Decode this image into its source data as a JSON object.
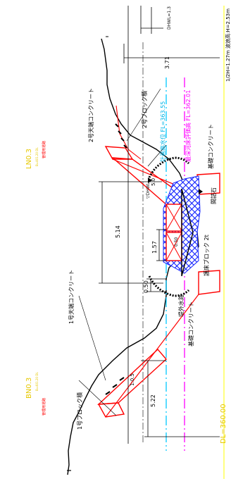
{
  "title_vertical": "1/2H=1.27m  波浪高:H=2.53m",
  "section_labels": {
    "left_station": "BN0.3",
    "left_station_sub": "B=401.20\nDL",
    "right_station": "LN0.3",
    "right_station_sub": "B=401.20\nDL",
    "left_crest_note": "管理用道路",
    "right_crest_note": "管理用道路"
  },
  "water_levels": {
    "design_flood": "計画高水位 FL=363.55",
    "lowest_bed": "最深河床評価高 FL=362.01",
    "datum": "DL=360.00",
    "dhwl": "DHWL=1.3",
    "dhwl_sym": "▽DHWL"
  },
  "left_bank": {
    "top_concrete": "1号天端コンクリート",
    "block": "1号ブロック積",
    "base_concrete": "基礎コンクリート",
    "drain": "堤外水路",
    "slope": "1:0.5"
  },
  "right_bank": {
    "top_concrete": "2号天端コンクリート",
    "block": "2号ブロック積",
    "base_concrete": "基礎コンクリート",
    "stone": "間詰石",
    "revetment": "護床ブロック 2t"
  },
  "dimensions": {
    "d_514": "5.14",
    "d_157": "1.57",
    "d_050": "0.50",
    "d_522": "5.22",
    "d_371": "3.71",
    "d_050b": "0.50",
    "d_500": "5.0"
  },
  "colors": {
    "structure": "#ff0000",
    "fill": "#1020ff",
    "water_line": "#00c8ff",
    "bed_line": "#ff00ff",
    "datum_line": "#ffff00",
    "ground": "#000000"
  }
}
